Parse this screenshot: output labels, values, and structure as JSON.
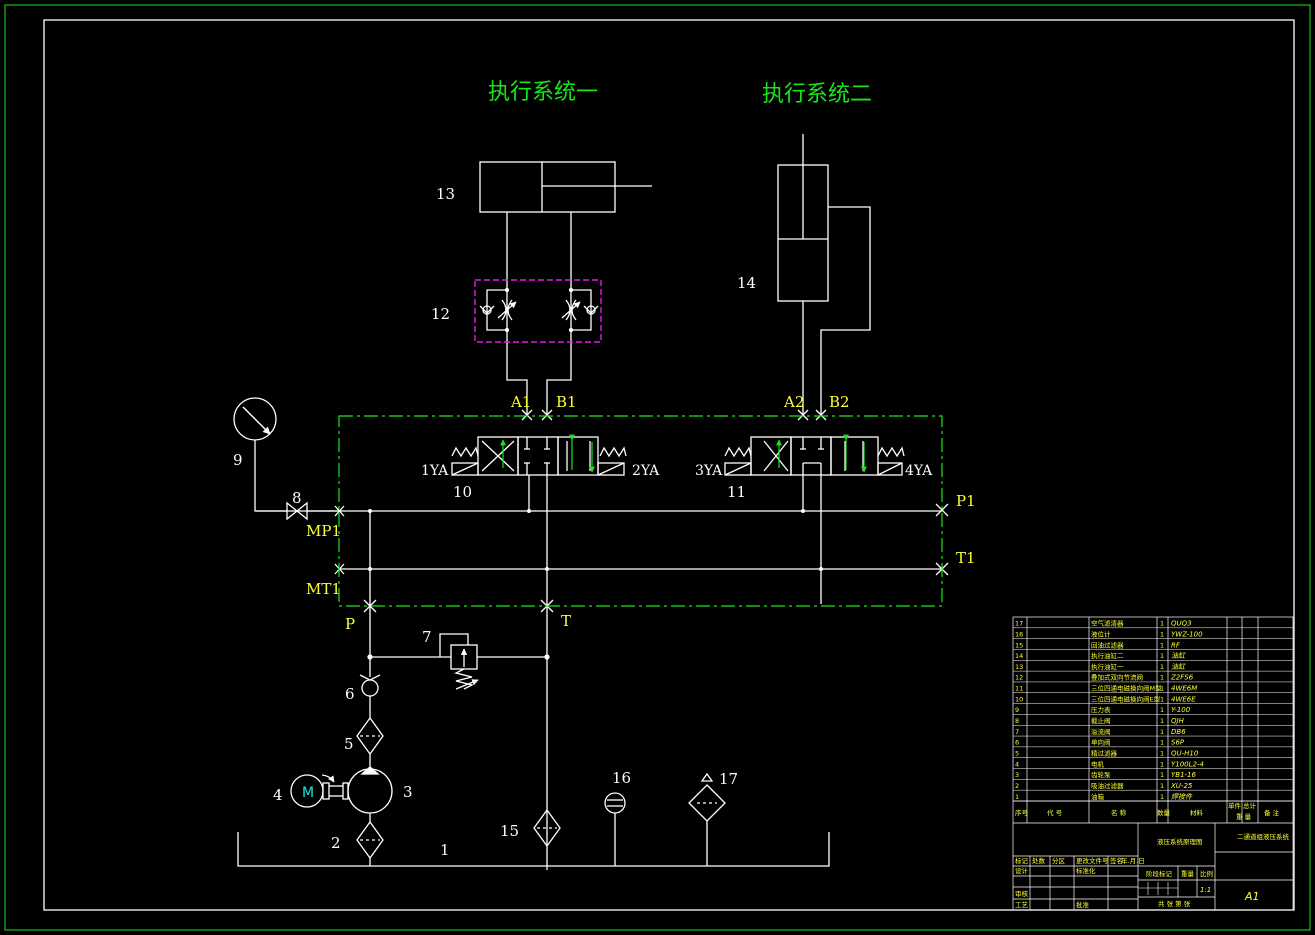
{
  "titles": {
    "system1": "执行系统一",
    "system2": "执行系统二"
  },
  "component_numbers": {
    "n1": "1",
    "n2": "2",
    "n3": "3",
    "n4": "4",
    "n5": "5",
    "n6": "6",
    "n7": "7",
    "n8": "8",
    "n9": "9",
    "n10": "10",
    "n11": "11",
    "n12": "12",
    "n13": "13",
    "n14": "14",
    "n15": "15",
    "n16": "16",
    "n17": "17"
  },
  "ports": {
    "A1": "A1",
    "B1": "B1",
    "A2": "A2",
    "B2": "B2",
    "P1": "P1",
    "T1": "T1",
    "MP1": "MP1",
    "MT1": "MT1",
    "P": "P",
    "T": "T"
  },
  "solenoids": {
    "s1": "1YA",
    "s2": "2YA",
    "s3": "3YA",
    "s4": "4YA"
  },
  "motor": {
    "label": "M"
  },
  "colors": {
    "background": "#000000",
    "lines": "#ffffff",
    "frame": "#19e619",
    "titles": "#19e619",
    "ports": "#ffff33",
    "dashed_boundary": "#19e619",
    "valve_block_12": "#e619e6",
    "motor_text": "#19e6e6",
    "arrows": "#19e619"
  },
  "bom": {
    "rows": [
      {
        "no": "17",
        "name": "空气滤清器",
        "qty": "1",
        "model": "QUQ3"
      },
      {
        "no": "16",
        "name": "液位计",
        "qty": "1",
        "model": "YWZ-100"
      },
      {
        "no": "15",
        "name": "回油过滤器",
        "qty": "1",
        "model": "RF"
      },
      {
        "no": "14",
        "name": "执行油缸二",
        "qty": "1",
        "model": "油缸"
      },
      {
        "no": "13",
        "name": "执行油缸一",
        "qty": "1",
        "model": "油缸"
      },
      {
        "no": "12",
        "name": "叠加式双向节流阀",
        "qty": "1",
        "model": "Z2FS6"
      },
      {
        "no": "11",
        "name": "三位四通电磁换向阀M型",
        "qty": "1",
        "model": "4WE6M"
      },
      {
        "no": "10",
        "name": "三位四通电磁换向阀E型",
        "qty": "1",
        "model": "4WE6E"
      },
      {
        "no": "9",
        "name": "压力表",
        "qty": "1",
        "model": "Y-100"
      },
      {
        "no": "8",
        "name": "截止阀",
        "qty": "1",
        "model": "QJH"
      },
      {
        "no": "7",
        "name": "溢流阀",
        "qty": "1",
        "model": "DB6"
      },
      {
        "no": "6",
        "name": "单向阀",
        "qty": "1",
        "model": "S6P"
      },
      {
        "no": "5",
        "name": "精过滤器",
        "qty": "1",
        "model": "QU-H10"
      },
      {
        "no": "4",
        "name": "电机",
        "qty": "1",
        "model": "Y100L2-4"
      },
      {
        "no": "3",
        "name": "齿轮泵",
        "qty": "1",
        "model": "YB1-16"
      },
      {
        "no": "2",
        "name": "吸油过滤器",
        "qty": "1",
        "model": "XU-25"
      },
      {
        "no": "1",
        "name": "油箱",
        "qty": "1",
        "model": "焊接件"
      }
    ],
    "header": {
      "no": "序号",
      "code": "代 号",
      "name": "名 称",
      "qty": "数量",
      "material": "材料",
      "unit_weight": "单件",
      "total_weight": "总计",
      "weight": "重 量",
      "remark": "备 注"
    }
  },
  "title_block": {
    "drawing_name": "液压系统原理图",
    "system_name": "二通道组液压系统",
    "row_labels": [
      "标记",
      "处数",
      "分区",
      "更改文件号",
      "签名",
      "年.月.日"
    ],
    "designer": "设计",
    "standardize": "标准化",
    "stage": "阶段标记",
    "weight": "重量",
    "scale": "比例",
    "scale_value": "1:1",
    "check": "审核",
    "process": "工艺",
    "approve": "批准",
    "sheets": "共 张 第 张",
    "sheet_size": "A1"
  }
}
